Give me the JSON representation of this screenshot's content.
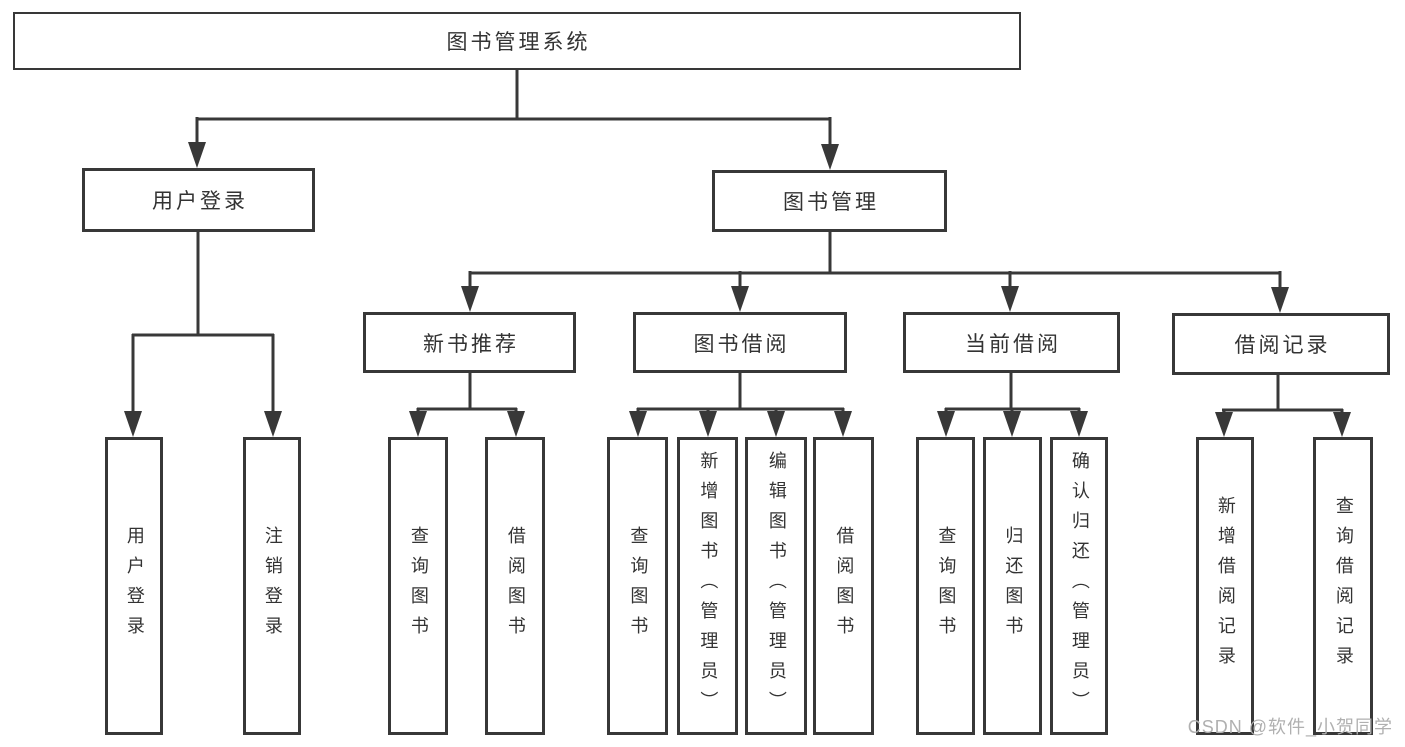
{
  "colors": {
    "line_color": "#383838",
    "text_color": "#333333",
    "watermark_color": "#b0b0b0",
    "background_color": "#ffffff"
  },
  "watermark": "CSDN @软件_小贺同学",
  "nodes": {
    "root": "图书管理系统",
    "user_login": "用户登录",
    "book_management": "图书管理",
    "new_book_rec": "新书推荐",
    "book_borrowing": "图书借阅",
    "current_borrowing": "当前借阅",
    "borrowing_records": "借阅记录",
    "ul_user_login": "用户登录",
    "ul_logout": "注销登录",
    "nb_query_books": "查询图书",
    "nb_borrow_books": "借阅图书",
    "bb_query_books": "查询图书",
    "bb_add_books": "新增图书（管理员）",
    "bb_edit_books": "编辑图书（管理员）",
    "bb_borrow_books": "借阅图书",
    "cb_query_books": "查询图书",
    "cb_return_books": "归还图书",
    "cb_confirm_return": "确认归还（管理员）",
    "br_add_record": "新增借阅记录",
    "br_query_record": "查询借阅记录"
  }
}
